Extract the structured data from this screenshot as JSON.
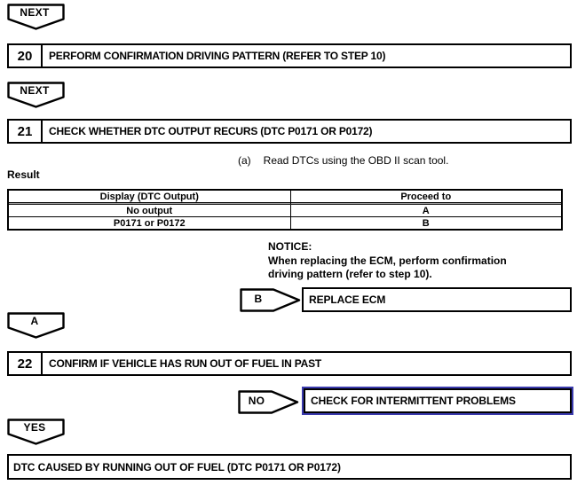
{
  "connectors": {
    "next1": "NEXT",
    "next2": "NEXT",
    "b": "B",
    "a": "A",
    "no": "NO",
    "yes": "YES"
  },
  "steps": [
    {
      "number": "20",
      "title": "PERFORM CONFIRMATION DRIVING PATTERN (REFER TO STEP 10)"
    },
    {
      "number": "21",
      "title": "CHECK WHETHER DTC OUTPUT RECURS (DTC P0171 OR P0172)"
    },
    {
      "number": "22",
      "title": "CONFIRM IF VEHICLE HAS RUN OUT OF FUEL IN PAST"
    }
  ],
  "instruction": {
    "marker": "(a)",
    "text": "Read DTCs using the OBD II scan tool."
  },
  "result": {
    "label": "Result",
    "table": {
      "headers": [
        "Display (DTC Output)",
        "Proceed to"
      ],
      "rows": [
        [
          "No output",
          "A"
        ],
        [
          "P0171 or P0172",
          "B"
        ]
      ]
    }
  },
  "notice": {
    "label": "NOTICE:",
    "lines": [
      "When replacing the ECM, perform confirmation",
      "driving pattern (refer to step 10)."
    ]
  },
  "actions": {
    "replace_ecm": {
      "label": "REPLACE ECM"
    },
    "check_intermittent": {
      "label": "CHECK FOR INTERMITTENT PROBLEMS",
      "highlight_color": "#3a3aad"
    },
    "out_of_fuel": {
      "label": "DTC CAUSED BY RUNNING OUT OF FUEL (DTC P0171 OR P0172)"
    }
  },
  "colors": {
    "line": "#000000",
    "link_highlight": "#3a3aad",
    "table_separator": "#999999"
  }
}
